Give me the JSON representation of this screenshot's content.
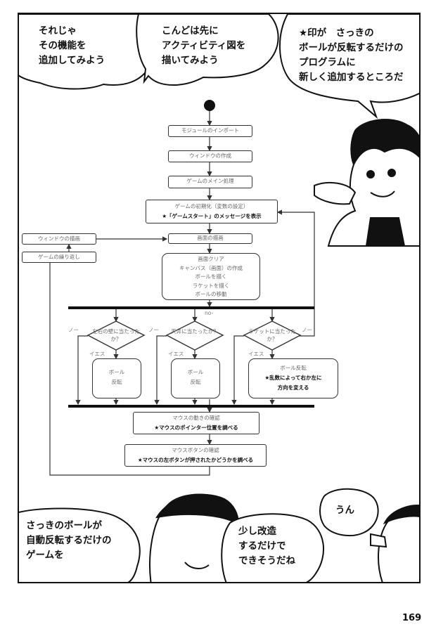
{
  "balloons": {
    "b1": "それじゃ\nその機能を\n追加してみよう",
    "b2": "こんどは先に\nアクティビティ図を\n描いてみよう",
    "b3": "★印が　さっきの\nボールが反転するだけの\nプログラムに\n新しく追加するところだ",
    "b4": "さっきのボールが\n自動反転するだけの\nゲームを",
    "b5": "少し改造\nするだけで\nできそうだね",
    "b6": "うん"
  },
  "flow": {
    "import": "モジュールのインポート",
    "window_create": "ウィンドウの作成",
    "main": "ゲームのメイン処理",
    "init_1": "ゲームの初期化（変数の設定）",
    "init_2": "★「ゲームスタート」のメッセージを表示",
    "window_draw": "ウィンドウの描画",
    "screen_draw": "画面の描画",
    "repeat": "ゲームの繰り返し",
    "big": [
      "画面クリア",
      "キャンバス（画面）の作成",
      "ボールを描く",
      "ラケットを描く",
      "ボールの移動"
    ],
    "d1": [
      "左右の壁に",
      "当たったか？"
    ],
    "d2": [
      "天井に",
      "当たったか？"
    ],
    "d3": [
      "ラケットに",
      "当たったか？"
    ],
    "act1": [
      "ボール",
      "反転"
    ],
    "act2": [
      "ボール",
      "反転"
    ],
    "act3_1": "ボール反転",
    "act3_2": "★乱数によって右か左に",
    "act3_3": "方向を変える",
    "mouse_move_1": "マウスの動きの確認",
    "mouse_move_2": "★マウスのポインター位置を調べる",
    "mouse_btn_1": "マウスボタンの確認",
    "mouse_btn_2": "★マウスの左ボタンが押されたかどうかを調べる",
    "no_main": "no-",
    "no1": "ノー",
    "no2": "ノー",
    "no3": "ノー",
    "yes1": "イエス",
    "yes2": "イエス",
    "yes3": "イエス"
  },
  "page_number": "169"
}
